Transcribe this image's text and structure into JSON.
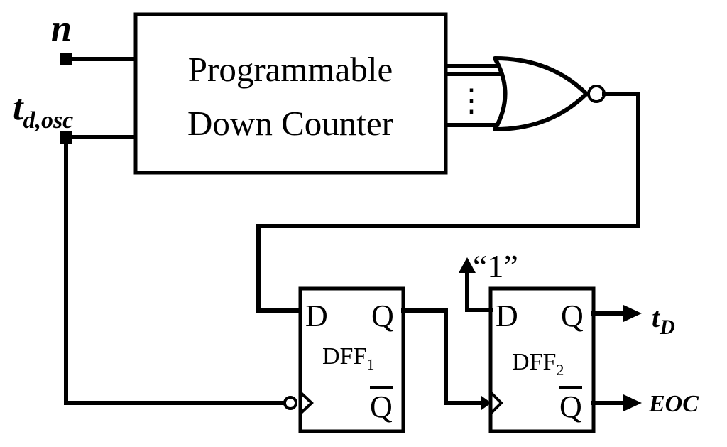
{
  "inputs": {
    "n": "n",
    "td_osc_main": "t",
    "td_osc_sub": "d,osc"
  },
  "counter": {
    "line1": "Programmable",
    "line2": "Down Counter"
  },
  "nor_gate": {
    "ellipsis": "⋮"
  },
  "dff1": {
    "d_label": "D",
    "q_label": "Q",
    "qbar_label": "Q",
    "name_main": "DFF",
    "name_sub": "1"
  },
  "dff2": {
    "d_label": "D",
    "q_label": "Q",
    "qbar_label": "Q",
    "name_main": "DFF",
    "name_sub": "2",
    "d_input_value": "“1”"
  },
  "outputs": {
    "td_main": "t",
    "td_sub": "D",
    "eoc": "EOC"
  }
}
